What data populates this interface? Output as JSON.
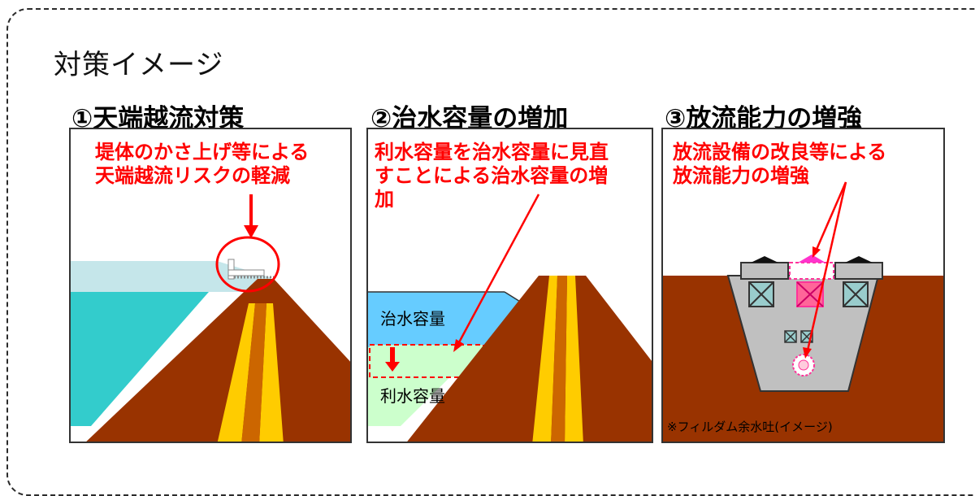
{
  "main_title": "対策イメージ",
  "panels": [
    {
      "title": "①天端越流対策",
      "caption_line1": "堤体のかさ上げ等による",
      "caption_line2": "天端越流リスクの軽減"
    },
    {
      "title": "②治水容量の増加",
      "caption_line1": "利水容量を治水容量に見直",
      "caption_line2": "すことによる治水容量の増",
      "caption_line3": "加",
      "label_flood": "治水容量",
      "label_water": "利水容量"
    },
    {
      "title": "③放流能力の増強",
      "caption_line1": "放流設備の改良等による",
      "caption_line2": "放流能力の増強",
      "note": "※フィルダム余水吐(イメージ)"
    }
  ],
  "colors": {
    "caption_red": "#ff0000",
    "dam_body": "#993300",
    "dam_core": "#cc6600",
    "dam_filter": "#ffcc00",
    "reservoir": "#33cccc",
    "reservoir_light": "#c5e6ea",
    "flood_capacity": "#66ccff",
    "water_capacity": "#ccffcc",
    "spillway_gray": "#c0c0c0",
    "improved_pink": "#ff3399"
  }
}
